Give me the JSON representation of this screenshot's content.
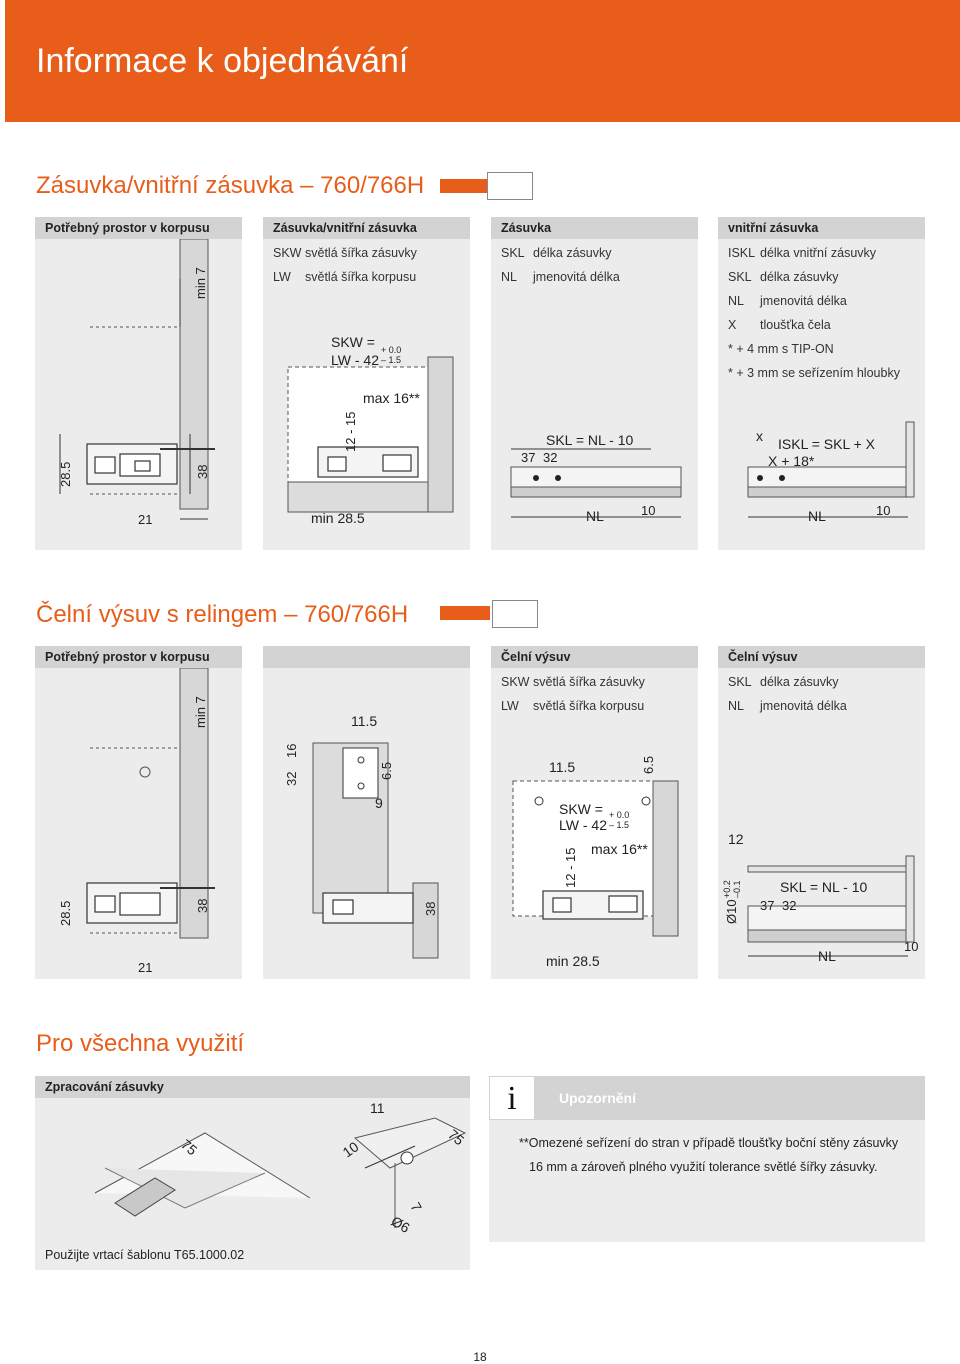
{
  "header": {
    "title": "Informace k objednávání"
  },
  "section1": {
    "title": "Zásuvka/vnitřní zásuvka – 760/766H",
    "columns": [
      {
        "head": "Potřebný prostor v korpusu",
        "rows": []
      },
      {
        "head": "Zásuvka/vnitřní zásuvka",
        "rows": [
          {
            "k": "SKW",
            "v": "světlá šířka zásuvky"
          },
          {
            "k": "LW",
            "v": "světlá šířka korpusu"
          }
        ]
      },
      {
        "head": "Zásuvka",
        "rows": [
          {
            "k": "SKL",
            "v": "délka zásuvky"
          },
          {
            "k": "NL",
            "v": "jmenovitá délka"
          }
        ]
      },
      {
        "head": "vnitřní zásuvka",
        "rows": [
          {
            "k": "ISKL",
            "v": "délka vnitřní zásuvky"
          },
          {
            "k": "SKL",
            "v": "délka zásuvky"
          },
          {
            "k": "NL",
            "v": "jmenovitá délka"
          },
          {
            "k": "X",
            "v": "tloušťka čela"
          },
          {
            "k": "",
            "v": "* + 4 mm s TIP-ON"
          },
          {
            "k": "",
            "v": "* + 3 mm se seřízením hloubky"
          }
        ]
      }
    ],
    "dims": {
      "min7": "min 7",
      "d285": "28.5",
      "d38": "38",
      "d21": "21",
      "skw": "SKW =",
      "lw42": "LW - 42",
      "tol_plus": "+ 0.0",
      "tol_minus": "– 1.5",
      "max16": "max 16**",
      "r1215": "12 - 15",
      "min285": "min 28.5",
      "skl_nl": "SKL = NL - 10",
      "d37": "37",
      "d32": "32",
      "nl": "NL",
      "d10": "10",
      "x": "x",
      "iskl": "ISKL = SKL + X",
      "x18": "X + 18*"
    }
  },
  "section2": {
    "title": "Čelní výsuv s relingem – 760/766H",
    "columns": [
      {
        "head": "Potřebný prostor v korpusu",
        "rows": []
      },
      {
        "head": "",
        "rows": []
      },
      {
        "head": "Čelní výsuv",
        "rows": [
          {
            "k": "SKW",
            "v": "světlá šířka zásuvky"
          },
          {
            "k": "LW",
            "v": "světlá šířka korpusu"
          }
        ]
      },
      {
        "head": "Čelní výsuv",
        "rows": [
          {
            "k": "SKL",
            "v": "délka zásuvky"
          },
          {
            "k": "NL",
            "v": "jmenovitá délka"
          }
        ]
      }
    ],
    "dims": {
      "min7": "min 7",
      "d285": "28.5",
      "d38": "38",
      "d21": "21",
      "d115": "11.5",
      "d32": "32",
      "d16": "16",
      "d65": "6.5",
      "d9": "9",
      "d38b": "38",
      "skw": "SKW =",
      "lw42": "LW - 42",
      "tol_plus": "+ 0.0",
      "tol_minus": "– 1.5",
      "max16": "max 16**",
      "r1215": "12 - 15",
      "min285": "min 28.5",
      "d12": "12",
      "dia10": "Ø10",
      "tol2p": "+0.2",
      "tol2m": "–0.1",
      "skl_nl": "SKL = NL - 10",
      "d37": "37",
      "d32b": "32",
      "nl": "NL",
      "d10": "10"
    }
  },
  "section3": {
    "title": "Pro všechna využití",
    "panel_head": "Zpracování zásuvky",
    "dims": {
      "d11": "11",
      "d75a": "75",
      "d75b": "75",
      "d10": "10",
      "d7": "7",
      "dia6": "Ø6"
    },
    "template_note": "Použijte vrtací šablonu T65.1000.02"
  },
  "notice": {
    "icon": "i",
    "title": "Upozornění",
    "line1": "**Omezené seřízení do stran v případě tloušťky boční stěny zásuvky",
    "line2": "16 mm a zároveň plného využití tolerance světlé šířky zásuvky."
  },
  "page": {
    "number": "18"
  },
  "colors": {
    "accent": "#e85d1a",
    "panel": "#ececec",
    "panel_head": "#d3d3d3"
  }
}
